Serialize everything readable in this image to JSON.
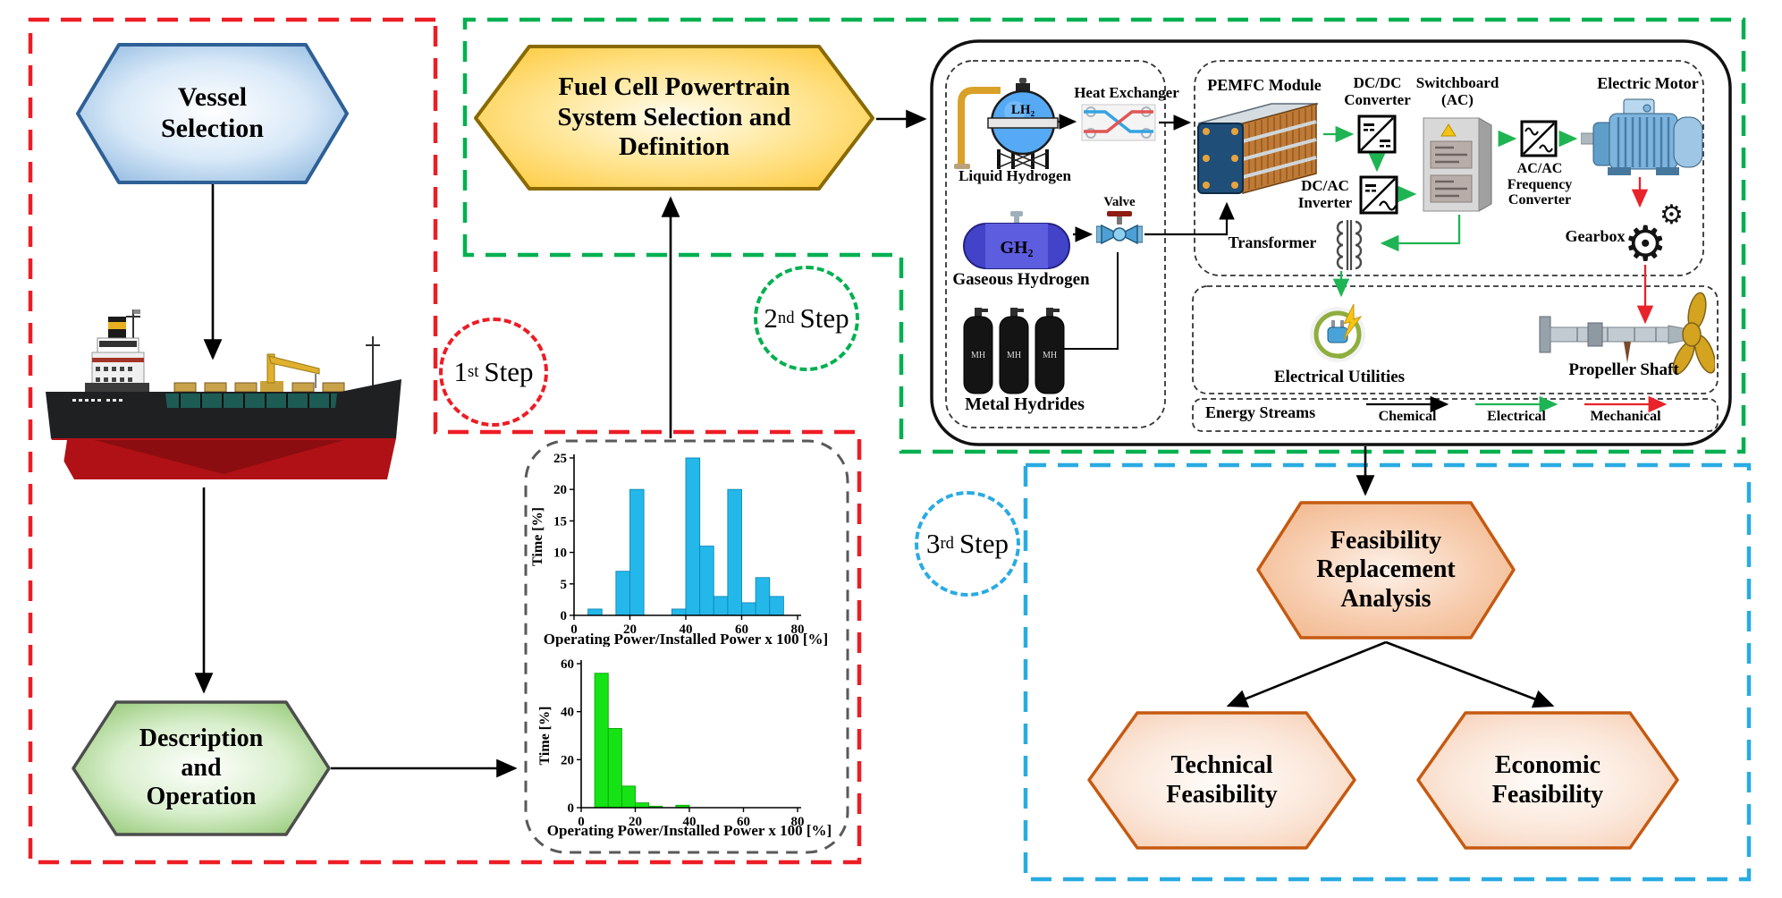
{
  "regions": {
    "step1": {
      "num": "1",
      "sup": "st",
      "word": "Step",
      "color": "#ee1c24"
    },
    "step2": {
      "num": "2",
      "sup": "nd",
      "word": "Step",
      "color": "#00b050"
    },
    "step3": {
      "num": "3",
      "sup": "rd",
      "word": "Step",
      "color": "#29abe2"
    }
  },
  "hexagons": {
    "vessel": "Vessel\nSelection",
    "description": "Description\nand\nOperation",
    "fuelcell": "Fuel Cell Powertrain\nSystem Selection and\nDefinition",
    "feasibility": "Feasibility\nReplacement\nAnalysis",
    "technical": "Technical\nFeasibility",
    "economic": "Economic\nFeasibility"
  },
  "system": {
    "labels": {
      "liquid_hydrogen": "Liquid Hydrogen",
      "heat_exchanger": "Heat Exchanger",
      "gaseous_hydrogen": "Gaseous Hydrogen",
      "valve": "Valve",
      "metal_hydrides": "Metal Hydrides",
      "pemfc": "PEMFC Module",
      "dcdc": "DC/DC\nConverter",
      "dcac": "DC/AC\nInverter",
      "switchboard": "Switchboard\n(AC)",
      "acac": "AC/AC\nFrequency\nConverter",
      "transformer": "Transformer",
      "electric_motor": "Electric Motor",
      "gearbox": "Gearbox",
      "electrical_utilities": "Electrical  Utilities",
      "propeller_shaft": "Propeller Shaft",
      "lh2": "LH₂",
      "gh2": "GH₂",
      "mh": "MH"
    },
    "energy": {
      "title": "Energy Streams",
      "items": [
        {
          "label": "Chemical",
          "color": "#000000"
        },
        {
          "label": "Electrical",
          "color": "#1eb453"
        },
        {
          "label": "Mechanical",
          "color": "#e8232a"
        }
      ]
    }
  },
  "chart_data": [
    {
      "type": "bar",
      "title": "",
      "xlabel": "Operating Power/Installed Power x 100 [%]",
      "ylabel": "Time [%]",
      "xlim": [
        0,
        80
      ],
      "ylim": [
        0,
        25
      ],
      "xticks": [
        0,
        20,
        40,
        60,
        80
      ],
      "yticks": [
        0,
        5,
        10,
        15,
        20,
        25
      ],
      "grid": false,
      "bin_width": 5,
      "bar_color": "#24b8ea",
      "bar_edge": "#0d89b8",
      "bins": [
        {
          "x0": 5,
          "value": 1
        },
        {
          "x0": 15,
          "value": 7
        },
        {
          "x0": 20,
          "value": 20
        },
        {
          "x0": 35,
          "value": 1
        },
        {
          "x0": 40,
          "value": 25
        },
        {
          "x0": 45,
          "value": 11
        },
        {
          "x0": 50,
          "value": 3
        },
        {
          "x0": 55,
          "value": 20
        },
        {
          "x0": 60,
          "value": 2
        },
        {
          "x0": 65,
          "value": 6
        },
        {
          "x0": 70,
          "value": 3
        }
      ]
    },
    {
      "type": "bar",
      "title": "",
      "xlabel": "Operating Power/Installed Power x 100 [%]",
      "ylabel": "Time [%]",
      "xlim": [
        0,
        80
      ],
      "ylim": [
        0,
        60
      ],
      "xticks": [
        0,
        20,
        40,
        60,
        80
      ],
      "yticks": [
        0,
        20,
        40,
        60
      ],
      "grid": false,
      "bin_width": 5,
      "bar_color": "#15e315",
      "bar_edge": "#09a509",
      "bins": [
        {
          "x0": 5,
          "value": 56
        },
        {
          "x0": 10,
          "value": 33
        },
        {
          "x0": 15,
          "value": 9
        },
        {
          "x0": 20,
          "value": 2
        },
        {
          "x0": 25,
          "value": 0.6
        },
        {
          "x0": 35,
          "value": 1
        }
      ]
    }
  ],
  "colors": {
    "step1_region": "#ee1c24",
    "step2_region": "#00b050",
    "step3_region": "#29abe2",
    "chart_panel_border": "#595959",
    "chemical_arrow": "#000000",
    "electrical_arrow": "#1eb453",
    "mechanical_arrow": "#e8232a",
    "vessel_hex_fill": "#86b3dd",
    "fuelcell_hex_fill": "#ffc52e",
    "description_hex_fill": "#85c063",
    "feasibility_hex_fill": "#f0b285",
    "sub_feasibility_hex_fill": "#f6c9ab"
  }
}
